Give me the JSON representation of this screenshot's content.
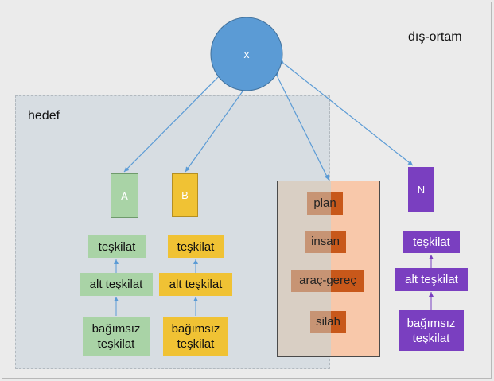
{
  "outside_label": "dış-ortam",
  "target_label": "hedef",
  "center_node": {
    "label": "x",
    "color": "#5b9bd5"
  },
  "nodes": {
    "a": {
      "label": "A",
      "color": "#a9d3a6"
    },
    "b": {
      "label": "B",
      "color": "#f0c234"
    },
    "n": {
      "label": "N",
      "color": "#7a3fc0"
    }
  },
  "stacks": {
    "a": {
      "top": "teşkilat",
      "middle": "alt teşkilat",
      "bottom": "bağımsız\nteşkilat"
    },
    "b": {
      "top": "teşkilat",
      "middle": "alt teşkilat",
      "bottom": "bağımsız\nteşkilat"
    },
    "n": {
      "top": "teşkilat",
      "middle": "alt teşkilat",
      "bottom": "bağımsız\nteşkilat"
    }
  },
  "resources": [
    "plan",
    "insan",
    "araç-gereç",
    "silah"
  ],
  "colors": {
    "edge": "#5b9bd5",
    "purple_edge": "#7a3fc0",
    "background": "#ebebeb"
  }
}
